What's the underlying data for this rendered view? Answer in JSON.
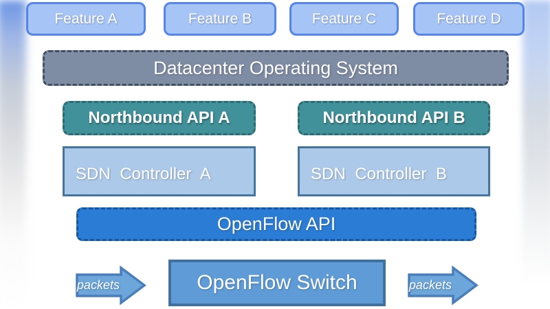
{
  "features": [
    {
      "label": "Feature A"
    },
    {
      "label": "Feature B"
    },
    {
      "label": "Feature C"
    },
    {
      "label": "Feature D"
    }
  ],
  "dos": {
    "label": "Datacenter Operating System"
  },
  "northbound": [
    {
      "label": "Northbound API A"
    },
    {
      "label": "Northbound API B"
    }
  ],
  "controllers": [
    {
      "label": "SDN Controller A"
    },
    {
      "label": "SDN Controller B"
    }
  ],
  "openflow_api": {
    "label": "OpenFlow API"
  },
  "openflow_switch": {
    "label": "OpenFlow Switch"
  },
  "packets_left": "packets",
  "packets_right": "packets",
  "theme": {
    "feature_fill": "#a7c4f6",
    "feature_border": "#5585ea",
    "dos_fill": "#7e8ca4",
    "dos_border": "#414f66",
    "northbound_fill": "#41919a",
    "northbound_border": "#2c6b74",
    "controller_fill": "#adc9e9",
    "controller_border": "#44759e",
    "openflow_api_fill": "#2b7cd4",
    "openflow_api_border": "#15579e",
    "switch_fill": "#5f9cd7",
    "switch_border": "#40719f",
    "arrow_fill": "#6ca6db",
    "arrow_border": "#4a7ebb",
    "text_color": "#ffffff",
    "canvas_bg": "#ffffff"
  }
}
